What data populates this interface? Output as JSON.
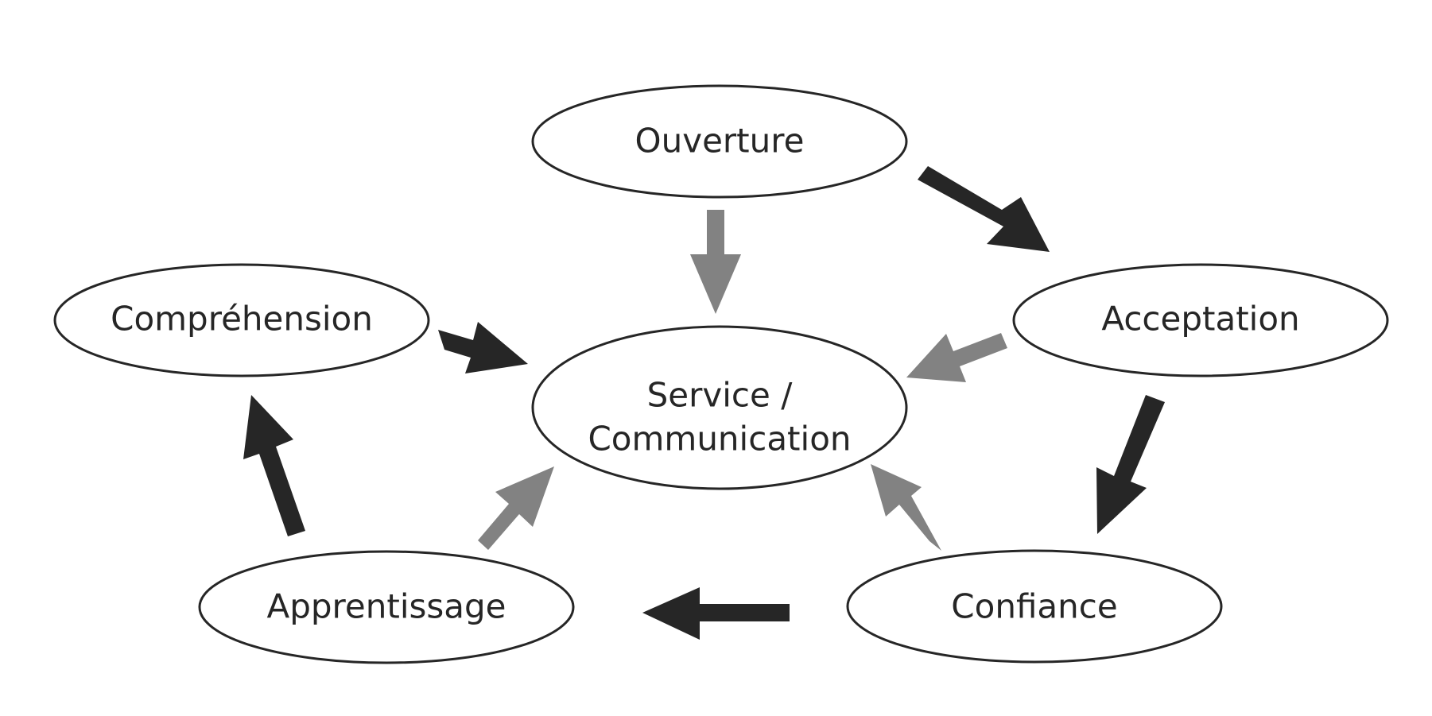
{
  "diagram": {
    "nodes": {
      "center_line1": "Service /",
      "center_line2": "Communication",
      "ouverture": "Ouverture",
      "acceptation": "Acceptation",
      "confiance": "Confiance",
      "apprentissage": "Apprentissage",
      "comprehension": "Compréhension"
    },
    "colors": {
      "dark_arrow": "#262626",
      "gray_arrow": "#828282",
      "outline": "#262626",
      "text": "#262626"
    }
  }
}
